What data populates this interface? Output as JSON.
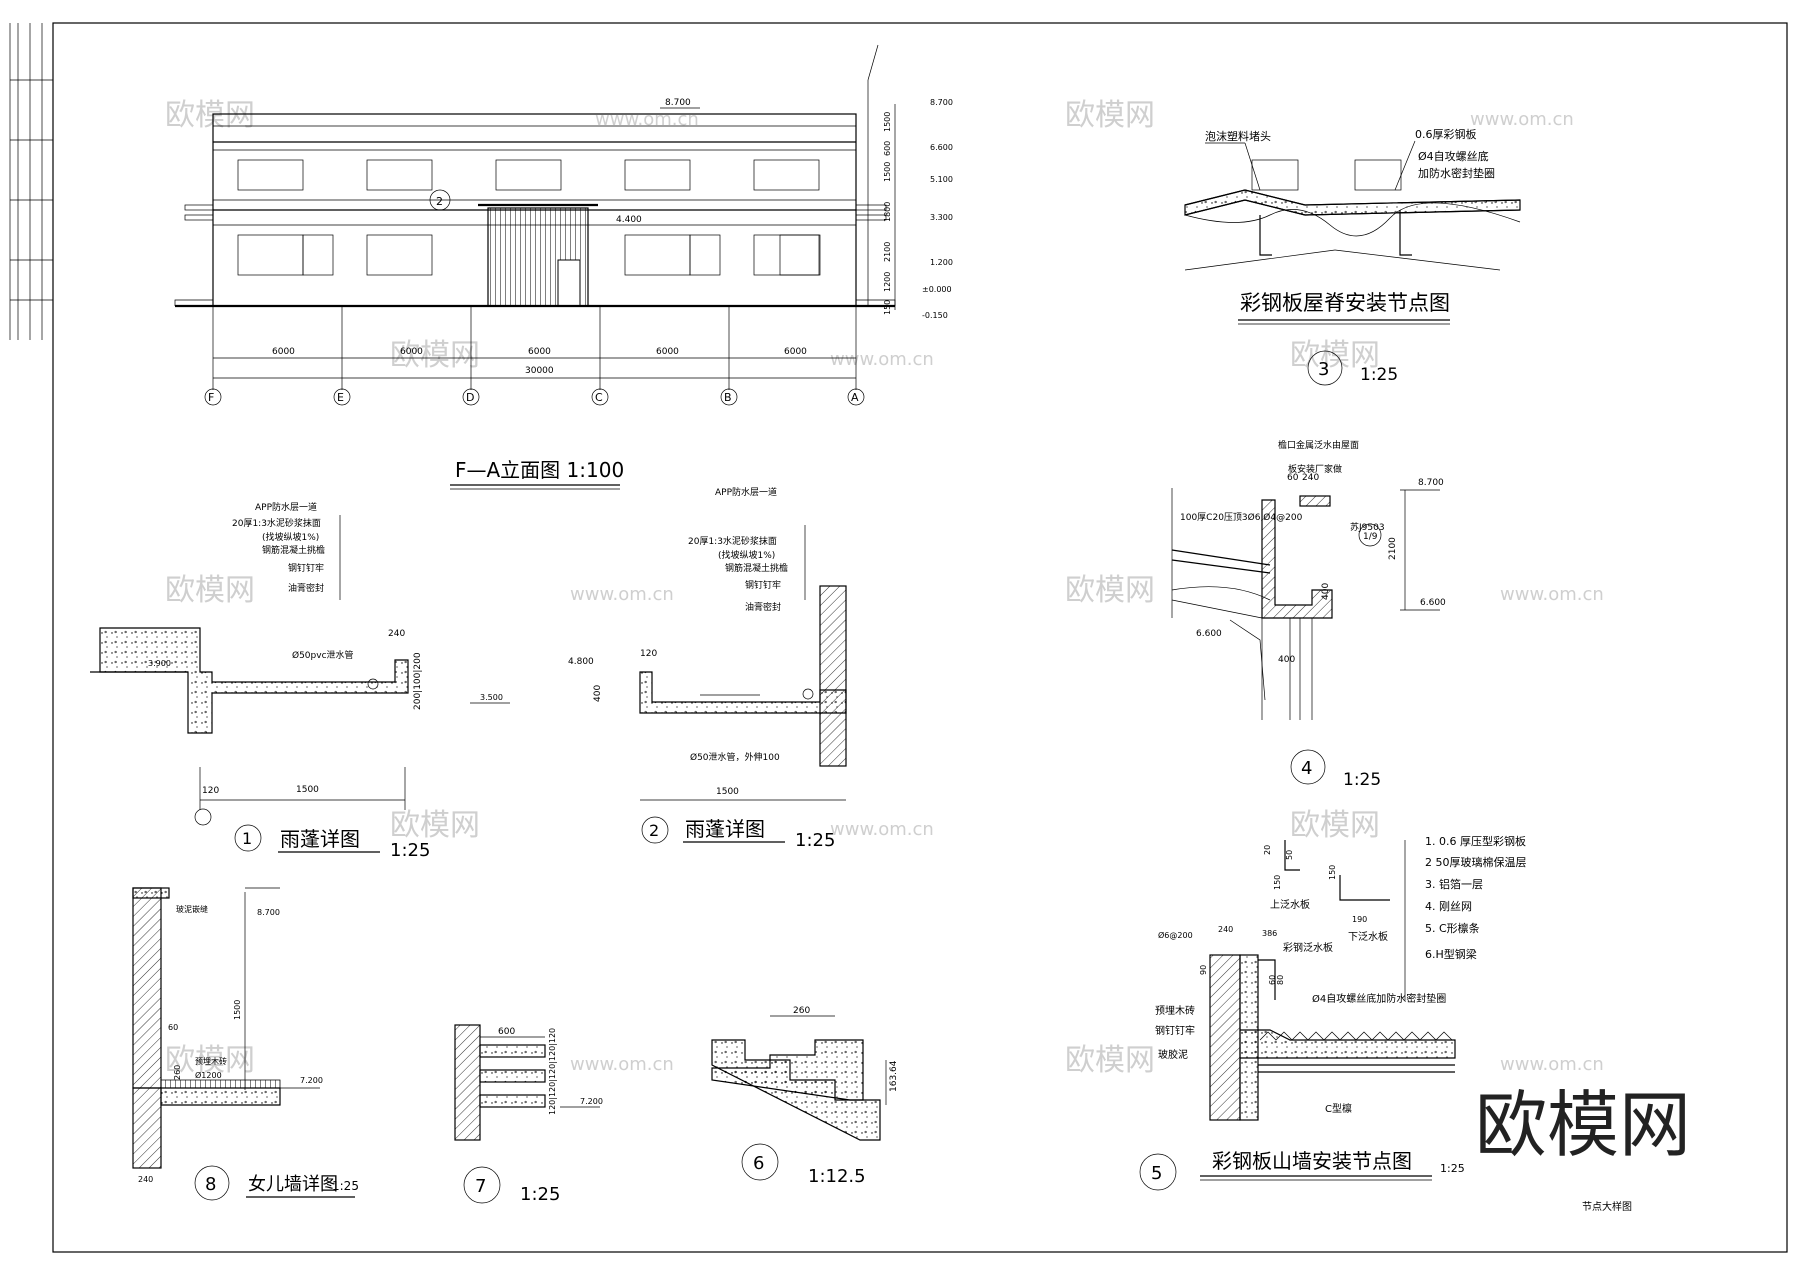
{
  "titles": {
    "elevation": "F—A立面图 1:100",
    "d1": "雨蓬详图",
    "d1_scale": "1:25",
    "d1_num": "1",
    "d2": "雨蓬详图",
    "d2_scale": "1:25",
    "d2_num": "2",
    "d3": "彩钢板屋脊安装节点图",
    "d3_scale": "1:25",
    "d3_num": "3",
    "d4_scale": "1:25",
    "d4_num": "4",
    "d5": "彩钢板山墙安装节点图",
    "d5_scale": "1:25",
    "d5_num": "5",
    "d6_scale": "1:12.5",
    "d6_num": "6",
    "d7_scale": "1:25",
    "d7_num": "7",
    "d8": "女儿墙详图",
    "d8_scale": "1:25",
    "d8_num": "8",
    "sheet": "节点大样图"
  },
  "watermark": {
    "logo": "欧模网",
    "url": "www.om.cn"
  },
  "elevation": {
    "levels": [
      "8.700",
      "6.600",
      "5.100",
      "3.300",
      "1.200",
      "±0.000",
      "-0.150"
    ],
    "dims_right": [
      "1500",
      "600",
      "1500",
      "1800",
      "2100",
      "1200",
      "150"
    ],
    "top_level": "8.700",
    "canopy_level": "4.400",
    "bays": [
      "6000",
      "6000",
      "6000",
      "6000",
      "6000"
    ],
    "total": "30000",
    "axes": [
      "F",
      "E",
      "D",
      "C",
      "B",
      "A"
    ],
    "tag": "2"
  },
  "d1": {
    "notes": [
      "APP防水层一道",
      "20厚1:3水泥砂浆抹面",
      "(找坡纵坡1%)",
      "钢筋混凝土挑檐",
      "钢钉钉牢",
      "油膏密封"
    ],
    "pipe": "Ø50pvc泄水管",
    "w240": "240",
    "h": "200|100|200",
    "lv1": "3.900",
    "lv2": "3.500",
    "span": "1500",
    "w120": "120"
  },
  "d2": {
    "notes": [
      "APP防水层一道",
      "20厚1:3水泥砂浆抹面",
      "(找坡纵坡1%)",
      "钢筋混凝土挑檐",
      "钢钉钉牢",
      "油膏密封"
    ],
    "pipe": "Ø50泄水管，外伸100",
    "lv": "4.800",
    "h400": "400",
    "w120": "120",
    "span": "1500"
  },
  "d3": {
    "notes": [
      "泡沫塑料堵头",
      "0.6厚彩钢板",
      "Ø4自攻螺丝底",
      "加防水密封垫圈"
    ]
  },
  "d4": {
    "notes": [
      "檐口金属泛水由屋面",
      "板安装厂家做"
    ],
    "slab": "100厚C20压顶3Ø6,Ø4@200",
    "ref": "苏J9503",
    "ref_tag": "1/9",
    "lv1": "8.700",
    "lv2": "6.600",
    "lv3": "6.600",
    "d60": "60",
    "d240": "240",
    "d2100": "2100",
    "d400": "400",
    "d400b": "400"
  },
  "d5": {
    "legend": [
      "1. 0.6 厚压型彩钢板",
      "2  50厚玻璃棉保温层",
      "3. 铝箔一层",
      "4. 刚丝网",
      "5. C形檩条",
      "6.H型钢梁"
    ],
    "labels": [
      "上泛水板",
      "下泛水板",
      "彩钢泛水板",
      "Ø4自攻螺丝底加防水密封垫圈",
      "预埋木砖",
      "钢钉钉牢",
      "玻胶泥",
      "C型檩"
    ],
    "dims": [
      "Ø6@200",
      "240",
      "386",
      "90",
      "190",
      "150",
      "150",
      "20",
      "50",
      "60",
      "80"
    ]
  },
  "d6": {
    "w": "260",
    "h": "163.64"
  },
  "d7": {
    "w": "600",
    "lv": "7.200",
    "h": "120|120|120|120|120"
  },
  "d8": {
    "notes": [
      "玻泥嵌缝",
      "预埋木砖",
      "Ø1200"
    ],
    "lv1": "8.700",
    "lv2": "7.200",
    "h": "1500",
    "w": "240",
    "d60": "60",
    "d260": "260"
  }
}
